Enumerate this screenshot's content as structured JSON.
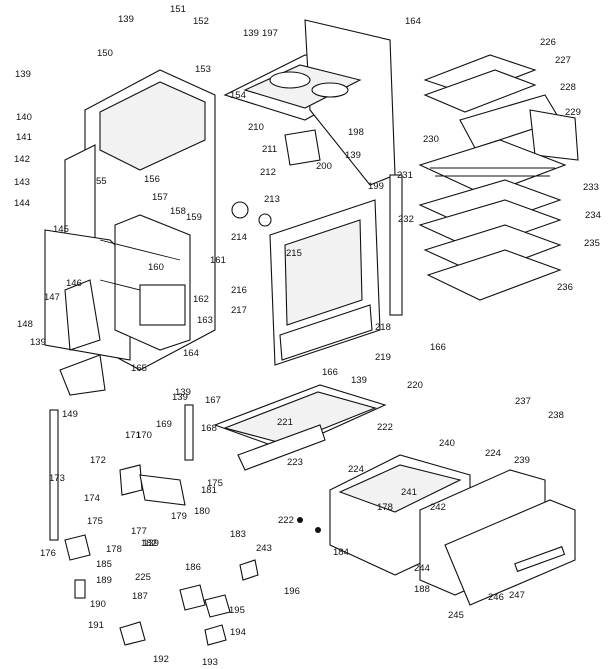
{
  "labels": [
    "139",
    "151",
    "152",
    "150",
    "139",
    "197",
    "164",
    "226",
    "227",
    "228",
    "229",
    "139",
    "140",
    "153",
    "154",
    "198",
    "141",
    "210",
    "139",
    "230",
    "142",
    "143",
    "55",
    "156",
    "211",
    "200",
    "231",
    "157",
    "212",
    "199",
    "233",
    "158",
    "213",
    "234",
    "144",
    "159",
    "214",
    "232",
    "235",
    "145",
    "215",
    "236",
    "160",
    "161",
    "162",
    "146",
    "147",
    "216",
    "217",
    "218",
    "163",
    "148",
    "139",
    "164",
    "165",
    "219",
    "139",
    "166",
    "139",
    "220",
    "166",
    "139",
    "149",
    "167",
    "237",
    "238",
    "221",
    "222",
    "169",
    "168",
    "224",
    "240",
    "171",
    "170",
    "239",
    "223",
    "172",
    "224",
    "173",
    "175",
    "181",
    "241",
    "174",
    "178",
    "175",
    "177",
    "179",
    "180",
    "242",
    "139",
    "176",
    "178",
    "182",
    "222",
    "184",
    "183",
    "243",
    "244",
    "188",
    "185",
    "186",
    "225",
    "196",
    "189",
    "245",
    "246",
    "247",
    "187",
    "190",
    "195",
    "191",
    "194",
    "192",
    "193"
  ],
  "colors": {
    "ink": "#111111",
    "paper": "#ffffff"
  }
}
